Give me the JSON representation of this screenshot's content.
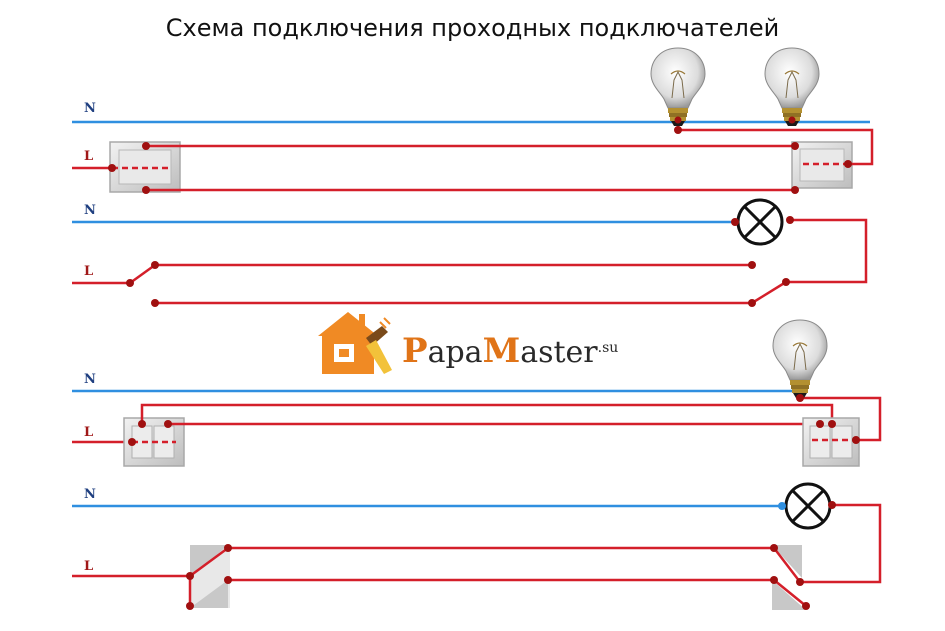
{
  "title": "Схема подключения проходных подключателей",
  "labels": {
    "neutral": "N",
    "line": "L"
  },
  "logo": {
    "first_letter": "P",
    "mid1": "apa",
    "second_letter": "M",
    "mid2": "aster",
    "suffix": ".su"
  },
  "colors": {
    "neutral_wire": "#2f8fe0",
    "line_wire": "#d41f2a",
    "dot": "#a01010",
    "switch_plate": "#d9d9d9",
    "logo_orange": "#f08a24",
    "lamp_symbol": "#111111"
  }
}
